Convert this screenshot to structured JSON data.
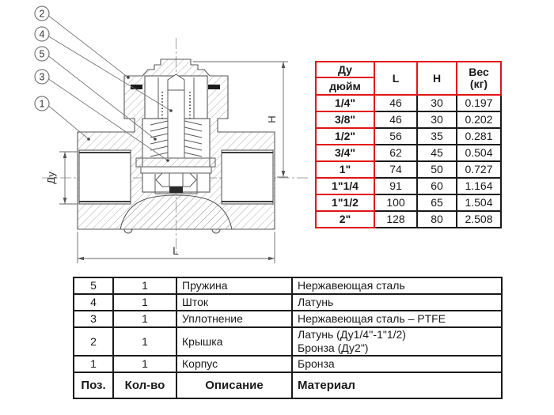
{
  "drawing": {
    "callouts": [
      "2",
      "4",
      "5",
      "3",
      "1"
    ],
    "dim_labels": {
      "du": "Ду",
      "h": "H",
      "l": "L"
    }
  },
  "tables": {
    "dimensions": {
      "header": {
        "col1_top": "Ду",
        "col1_bottom": "дюйм",
        "l": "L",
        "h": "H",
        "weight": [
          "Вес",
          "(кг)"
        ]
      },
      "rows": [
        [
          "1/4\"",
          "46",
          "30",
          "0.197"
        ],
        [
          "3/8\"",
          "46",
          "30",
          "0.202"
        ],
        [
          "1/2\"",
          "56",
          "35",
          "0.281"
        ],
        [
          "3/4\"",
          "62",
          "45",
          "0.504"
        ],
        [
          "1\"",
          "74",
          "50",
          "0.727"
        ],
        [
          "1\"1/4",
          "91",
          "60",
          "1.164"
        ],
        [
          "1\"1/2",
          "100",
          "65",
          "1.504"
        ],
        [
          "2\"",
          "128",
          "80",
          "2.508"
        ]
      ]
    },
    "parts": {
      "rows": [
        {
          "pos": "5",
          "qty": "1",
          "desc": "Пружина",
          "mat": [
            "Нержавеющая сталь"
          ]
        },
        {
          "pos": "4",
          "qty": "1",
          "desc": "Шток",
          "mat": [
            "Латунь"
          ]
        },
        {
          "pos": "3",
          "qty": "1",
          "desc": "Уплотнение",
          "mat": [
            "Нержавеющая сталь – PTFE"
          ]
        },
        {
          "pos": "2",
          "qty": "1",
          "desc": "Крышка",
          "mat": [
            "Латунь (Ду1/4''-1\"1/2)",
            "Бронза (Ду2\")"
          ]
        },
        {
          "pos": "1",
          "qty": "1",
          "desc": "Корпус",
          "mat": [
            "Бронза"
          ]
        }
      ],
      "header": [
        "Поз.",
        "Кол-во",
        "Описание",
        "Материал"
      ]
    }
  },
  "colors": {
    "table_red": "#e31414",
    "table_black": "#1a1a1a",
    "drawing_line": "#5a5a5a"
  }
}
